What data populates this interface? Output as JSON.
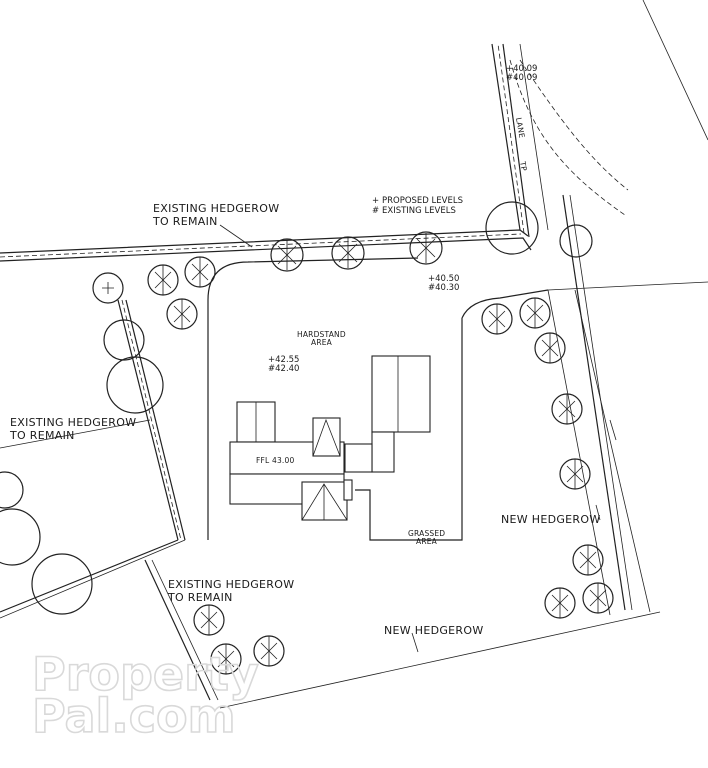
{
  "labels": {
    "hedge_top_1": "EXISTING HEDGEROW",
    "hedge_top_2": "TO REMAIN",
    "hedge_left_1": "EXISTING HEDGEROW",
    "hedge_left_2": "TO REMAIN",
    "hedge_bottom_1": "EXISTING HEDGEROW",
    "hedge_bottom_2": "TO REMAIN",
    "new_hedge_right": "NEW HEDGEROW",
    "new_hedge_bottom": "NEW HEDGEROW",
    "hardstand_1": "HARDSTAND",
    "hardstand_2": "AREA",
    "grassed_1": "GRASSED",
    "grassed_2": "AREA",
    "ffl": "FFL 43.00",
    "lane": "LANE",
    "tp": "TP"
  },
  "legend": {
    "proposed": "PROPOSED LEVELS",
    "existing": "EXISTING LEVELS",
    "proposed_symbol": "+",
    "existing_symbol": "#"
  },
  "levels": {
    "house_proposed": "+42.55",
    "house_existing": "#42.40",
    "drive_proposed": "+40.50",
    "drive_existing": "#40.30",
    "lane_proposed": "+40.09",
    "lane_existing": "#40.09"
  },
  "watermark": {
    "line1": "Property",
    "line2": "Pal.com"
  }
}
